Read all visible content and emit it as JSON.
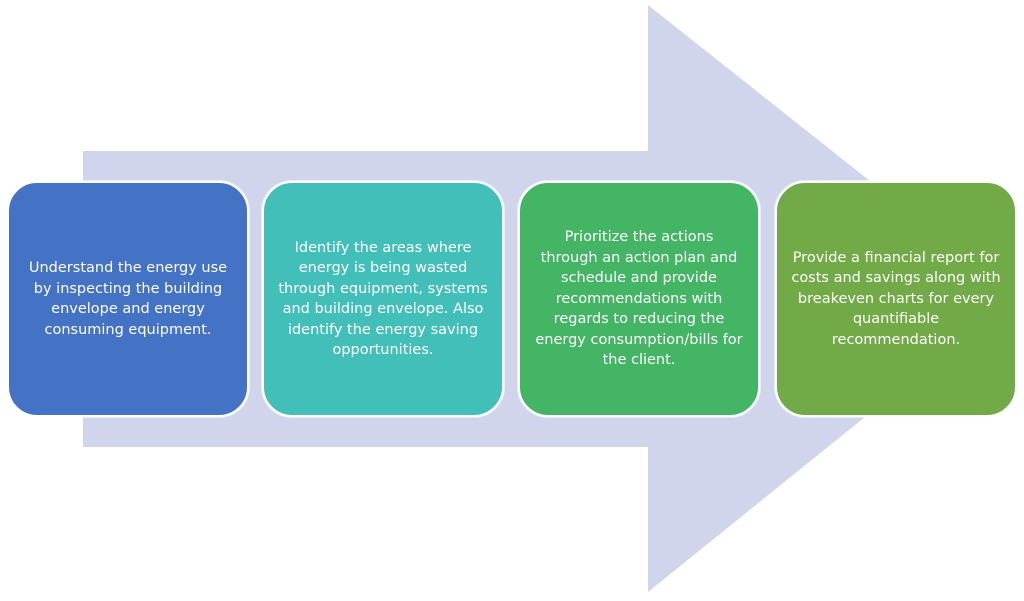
{
  "colors": {
    "arrow": "#d0d5ec",
    "step_1": "#4472c4",
    "step_2": "#43bfb9",
    "step_3": "#43b564",
    "step_4": "#72aa48"
  },
  "steps": [
    {
      "text": "Understand the energy use by inspecting the building envelope and energy consuming equipment.",
      "color": "#4472c4"
    },
    {
      "text": "Identify the areas where energy is being wasted through equipment, systems and building envelope. Also identify the energy saving opportunities.",
      "color": "#43bfb9"
    },
    {
      "text": "Prioritize the actions through an action plan and schedule and provide recommendations with regards to reducing the energy consumption/bills for the client.",
      "color": "#43b564"
    },
    {
      "text": "Provide a financial report for costs and savings along with breakeven charts for every quantifiable recommendation.",
      "color": "#72aa48"
    }
  ]
}
